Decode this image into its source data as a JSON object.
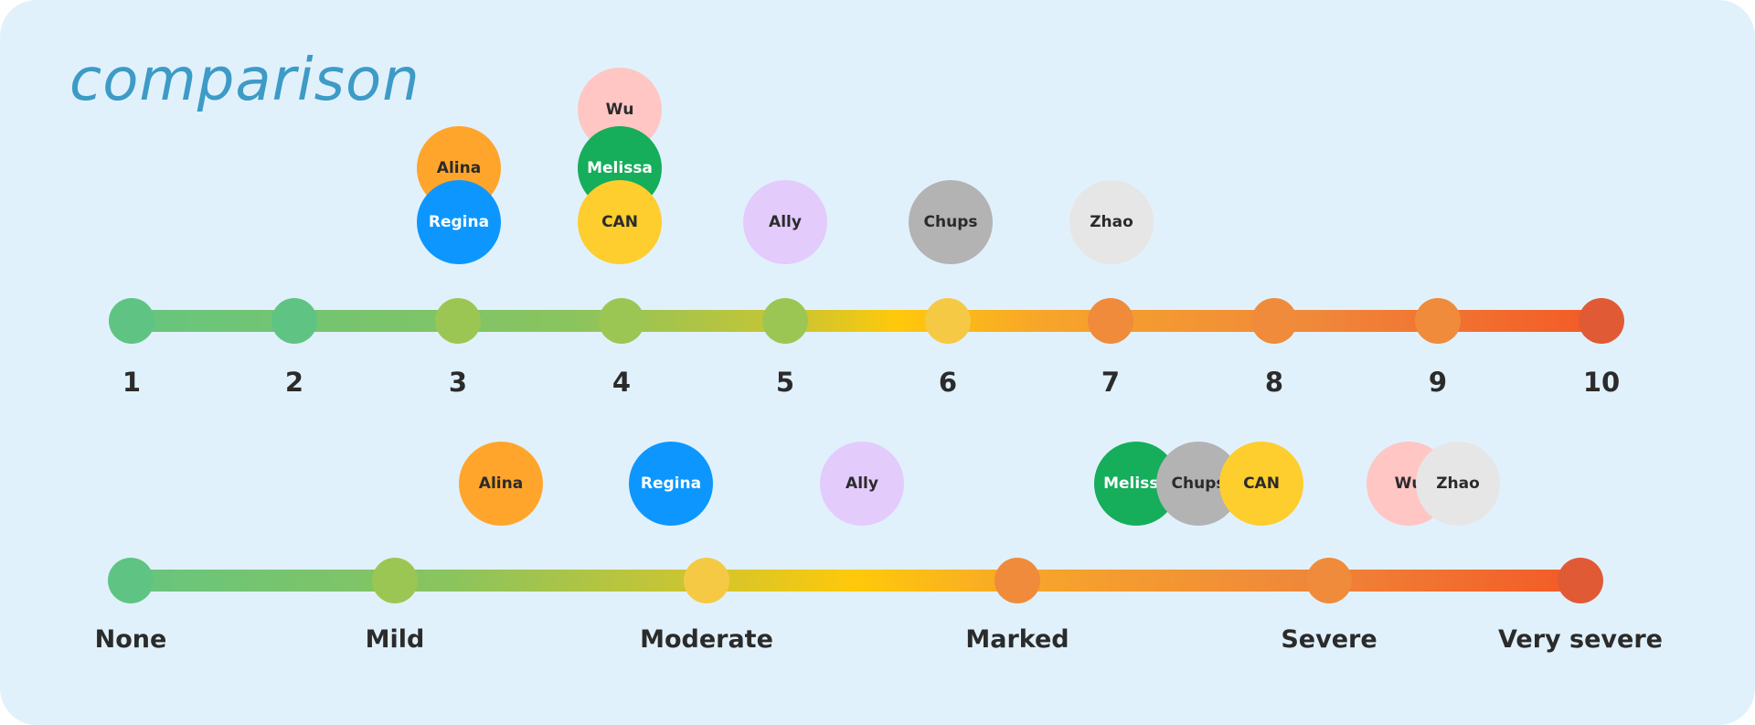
{
  "title": "comparison",
  "colors": {
    "background": "#e1f1fc",
    "title": "#3d9bc6",
    "label_text": "#2b2b2b"
  },
  "numeric_scale": {
    "ticks": [
      {
        "label": "1",
        "value": 1,
        "color": "#5fc483"
      },
      {
        "label": "2",
        "value": 2,
        "color": "#5fc483"
      },
      {
        "label": "3",
        "value": 3,
        "color": "#9cc653"
      },
      {
        "label": "4",
        "value": 4,
        "color": "#9cc653"
      },
      {
        "label": "5",
        "value": 5,
        "color": "#9cc653"
      },
      {
        "label": "6",
        "value": 6,
        "color": "#f6c945"
      },
      {
        "label": "7",
        "value": 7,
        "color": "#ef8b3a"
      },
      {
        "label": "8",
        "value": 8,
        "color": "#ef8b3a"
      },
      {
        "label": "9",
        "value": 9,
        "color": "#ef8b3a"
      },
      {
        "label": "10",
        "value": 10,
        "color": "#e05a35"
      }
    ],
    "people": [
      {
        "name": "Alina",
        "value": 3,
        "color": "#ffa52c",
        "text_color": "#2b2b2b"
      },
      {
        "name": "Regina",
        "value": 3,
        "color": "#0d97fe",
        "text_color": "#ffffff"
      },
      {
        "name": "Wu",
        "value": 4,
        "color": "#ffc6c3",
        "text_color": "#2b2b2b"
      },
      {
        "name": "Melissa",
        "value": 4,
        "color": "#16ad5b",
        "text_color": "#ffffff"
      },
      {
        "name": "CAN",
        "value": 4,
        "color": "#fecd2e",
        "text_color": "#2b2b2b"
      },
      {
        "name": "Ally",
        "value": 5,
        "color": "#e3cbfc",
        "text_color": "#2b2b2b"
      },
      {
        "name": "Chups",
        "value": 6,
        "color": "#b3b3b3",
        "text_color": "#2b2b2b"
      },
      {
        "name": "Zhao",
        "value": 7,
        "color": "#e6e6e6",
        "text_color": "#2b2b2b"
      }
    ]
  },
  "severity_scale": {
    "ticks": [
      {
        "label": "None",
        "color": "#5fc483"
      },
      {
        "label": "Mild",
        "color": "#9cc653"
      },
      {
        "label": "Moderate",
        "color": "#f6c945"
      },
      {
        "label": "Marked",
        "color": "#ef8b3a"
      },
      {
        "label": "Severe",
        "color": "#ef8b3a"
      },
      {
        "label": "Very severe",
        "color": "#e05a35"
      }
    ],
    "people": [
      {
        "name": "Alina",
        "color": "#ffa52c",
        "text_color": "#2b2b2b"
      },
      {
        "name": "Regina",
        "color": "#0d97fe",
        "text_color": "#ffffff"
      },
      {
        "name": "Ally",
        "color": "#e3cbfc",
        "text_color": "#2b2b2b"
      },
      {
        "name": "Melissa",
        "color": "#16ad5b",
        "text_color": "#ffffff"
      },
      {
        "name": "Chups",
        "color": "#b3b3b3",
        "text_color": "#2b2b2b"
      },
      {
        "name": "CAN",
        "color": "#fecd2e",
        "text_color": "#2b2b2b"
      },
      {
        "name": "Wu",
        "color": "#ffc6c3",
        "text_color": "#2b2b2b"
      },
      {
        "name": "Zhao",
        "color": "#e6e6e6",
        "text_color": "#2b2b2b"
      }
    ]
  }
}
